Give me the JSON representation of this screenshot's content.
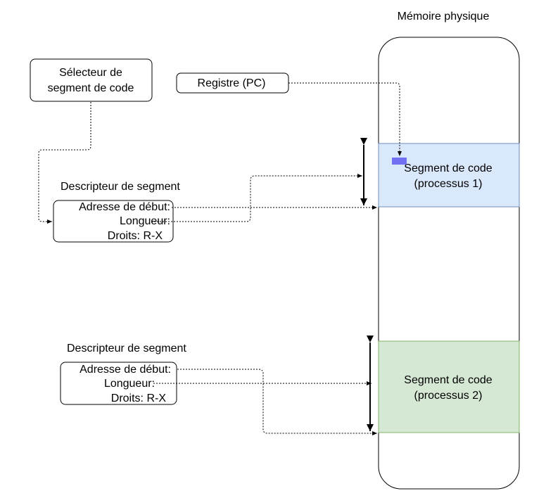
{
  "memory": {
    "title": "Mémoire physique"
  },
  "selector": {
    "line1": "Sélecteur de",
    "line2": "segment de code"
  },
  "register": {
    "label": "Registre (PC)"
  },
  "descriptor1": {
    "title": "Descripteur de segment",
    "base": "Adresse de début:",
    "length": "Longueur:",
    "rights": "Droits: R-X"
  },
  "descriptor2": {
    "title": "Descripteur de segment",
    "base": "Adresse de début:",
    "length": "Longueur:",
    "rights": "Droits: R-X"
  },
  "segment1": {
    "line1": "Segment de code",
    "line2": "(processus 1)",
    "fill": "#dae8fc",
    "stroke": "#6c8ebf"
  },
  "segment2": {
    "line1": "Segment de code",
    "line2": "(processus 2)",
    "fill": "#d5e8d4",
    "stroke": "#82b366"
  },
  "pc_marker": {
    "fill": "#7070f0"
  }
}
